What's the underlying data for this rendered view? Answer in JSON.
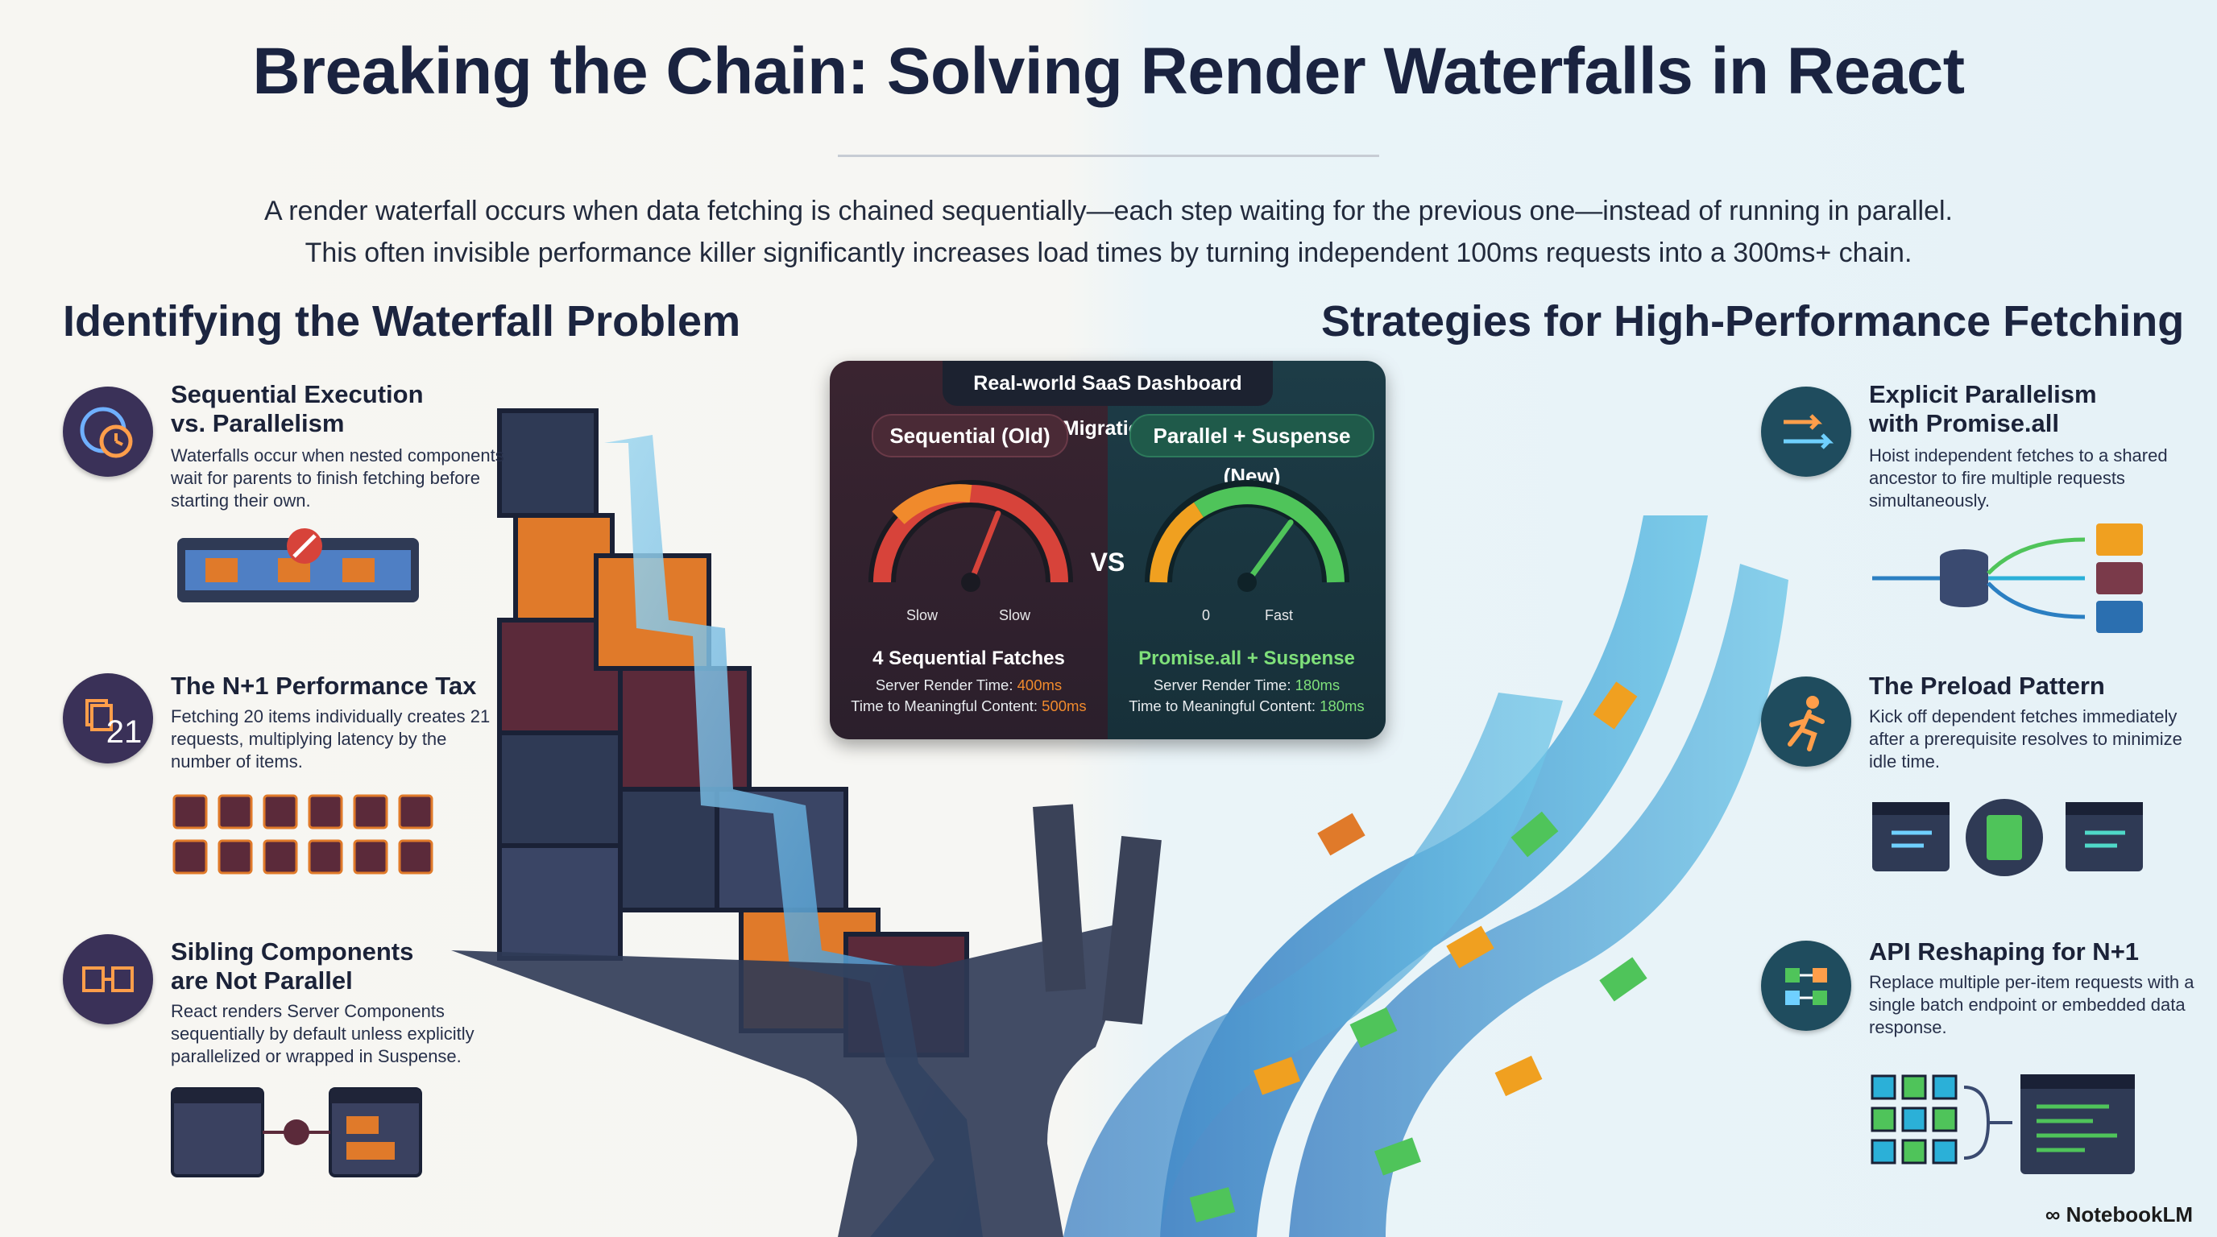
{
  "title": "Breaking the Chain: Solving Render Waterfalls in React",
  "intro": {
    "line1": "A render waterfall occurs when data fetching is chained sequentially—each step waiting for the previous one—instead of running in parallel.",
    "line2": "This often invisible performance killer significantly increases load times by turning independent 100ms requests into a 300ms+ chain."
  },
  "left_section": {
    "heading": "Identifying the Waterfall Problem",
    "items": [
      {
        "title_line1": "Sequential Execution",
        "title_line2": "vs. Parallelism",
        "desc": "Waterfalls occur when nested components wait for parents to finish fetching before starting their own.",
        "icon": "clock-icon"
      },
      {
        "title_line1": "The N+1 Performance Tax",
        "title_line2": "",
        "desc": "Fetching 20 items individually creates 21 requests, multiplying latency by the number of items.",
        "icon": "stacked-docs-icon",
        "icon_text": "21"
      },
      {
        "title_line1": "Sibling Components",
        "title_line2": "are Not Parallel",
        "desc": "React renders Server Components sequentially by default unless explicitly parallelized or wrapped in Suspense.",
        "icon": "sibling-components-icon"
      }
    ]
  },
  "right_section": {
    "heading": "Strategies for High-Performance Fetching",
    "items": [
      {
        "title_line1": "Explicit Parallelism",
        "title_line2": "with Promise.all",
        "desc": "Hoist independent fetches to a shared ancestor to fire multiple requests simultaneously.",
        "icon": "parallel-arrows-icon"
      },
      {
        "title_line1": "The Preload Pattern",
        "title_line2": "",
        "desc": "Kick off dependent fetches immediately after a prerequisite resolves to minimize idle time.",
        "icon": "runner-icon"
      },
      {
        "title_line1": "API Reshaping for N+1",
        "title_line2": "",
        "desc": "Replace multiple per-item requests with a single batch endpoint or embedded data response.",
        "icon": "batch-network-icon"
      }
    ]
  },
  "panel": {
    "title": "Real-world SaaS Dashboard Migration",
    "vs": "VS",
    "old": {
      "label": "Sequential (Old)",
      "gauge_left": "Slow",
      "gauge_right": "Slow",
      "headline": "4 Sequential Fatches",
      "srt_label": "Server Render Time: ",
      "srt_value": "400ms",
      "tmc_label": "Time to Meaningful Content: ",
      "tmc_value": "500ms",
      "needle_fraction": 0.62
    },
    "new": {
      "label": "Parallel + Suspense (New)",
      "gauge_left": "0",
      "gauge_right": "Fast",
      "headline": "Promise.all + Suspense",
      "srt_label": "Server Render Time: ",
      "srt_value": "180ms",
      "tmc_label": "Time to Meaningful Content: ",
      "tmc_value": "180ms",
      "needle_fraction": 0.7
    }
  },
  "colors": {
    "accent_orange": "#f08a2c",
    "accent_green": "#4fc45a",
    "accent_red": "#d7433a",
    "navy": "#1a2340"
  },
  "brand": "NotebookLM"
}
